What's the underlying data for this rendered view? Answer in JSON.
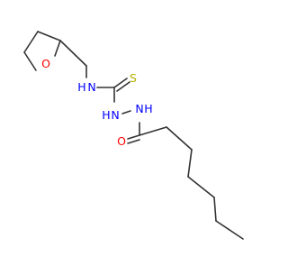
{
  "molecule": {
    "atoms": {
      "oxygen_ring": {
        "label": "O",
        "color": "#ff0000"
      },
      "nitrogen_amine": {
        "label": "N",
        "color": "#0000ff"
      },
      "hydrogen_amine": {
        "label": "H",
        "color": "#0000ff"
      },
      "sulfur_thione": {
        "label": "S",
        "color": "#b2b200"
      },
      "nitrogen_hydrazine_1": {
        "label": "N",
        "color": "#0000ff"
      },
      "hydrogen_hydrazine_1": {
        "label": "H",
        "color": "#0000ff"
      },
      "nitrogen_hydrazine_2": {
        "label": "N",
        "color": "#0000ff"
      },
      "hydrogen_hydrazine_2": {
        "label": "H",
        "color": "#0000ff"
      },
      "oxygen_carbonyl": {
        "label": "O",
        "color": "#ff0000"
      }
    },
    "bond_color": "#333333"
  }
}
